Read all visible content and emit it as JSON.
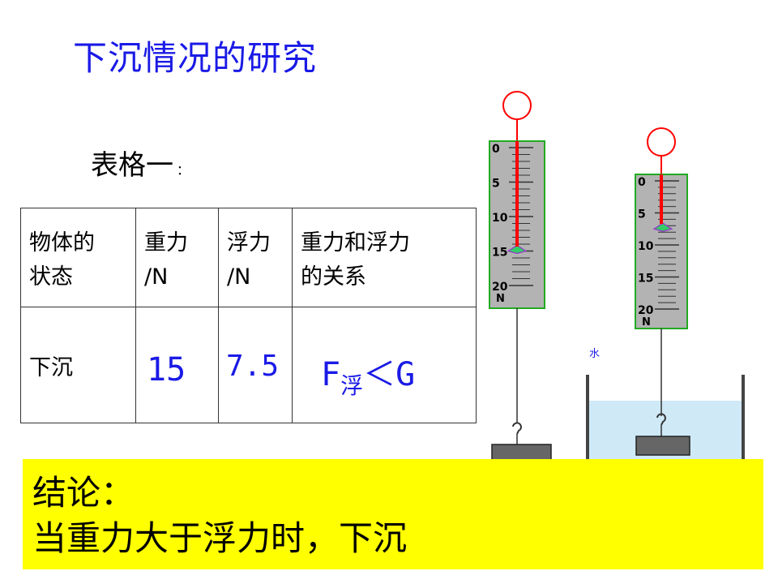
{
  "title": "下沉情况的研究",
  "table_label": "表格一",
  "table_label_colon": "：",
  "table": {
    "headers": [
      [
        "物体的",
        "状态"
      ],
      [
        "重力",
        "/N"
      ],
      [
        "浮力",
        "/N"
      ],
      [
        "重力和浮力",
        "的关系"
      ]
    ],
    "row": {
      "state": "下沉",
      "gravity": "15",
      "buoyancy": "7.5",
      "relation_main": "F",
      "relation_sub": "浮",
      "relation_rest": "＜G"
    }
  },
  "scale_left": {
    "ticks": [
      "0",
      "5",
      "10",
      "15",
      "20"
    ],
    "unit": "N",
    "reading": 15
  },
  "scale_right": {
    "ticks": [
      "0",
      "5",
      "10",
      "15",
      "20"
    ],
    "unit": "N",
    "reading": 7.5
  },
  "water_label": "水",
  "conclusion": {
    "line1": "结论：",
    "line2": "当重力大于浮力时，下沉"
  },
  "colors": {
    "title": "#1a1ae6",
    "conclusion_bg": "#ffff00",
    "scale_red": "#ff0000",
    "scale_body": "#b3b3b3",
    "water": "#cfe9f7"
  }
}
